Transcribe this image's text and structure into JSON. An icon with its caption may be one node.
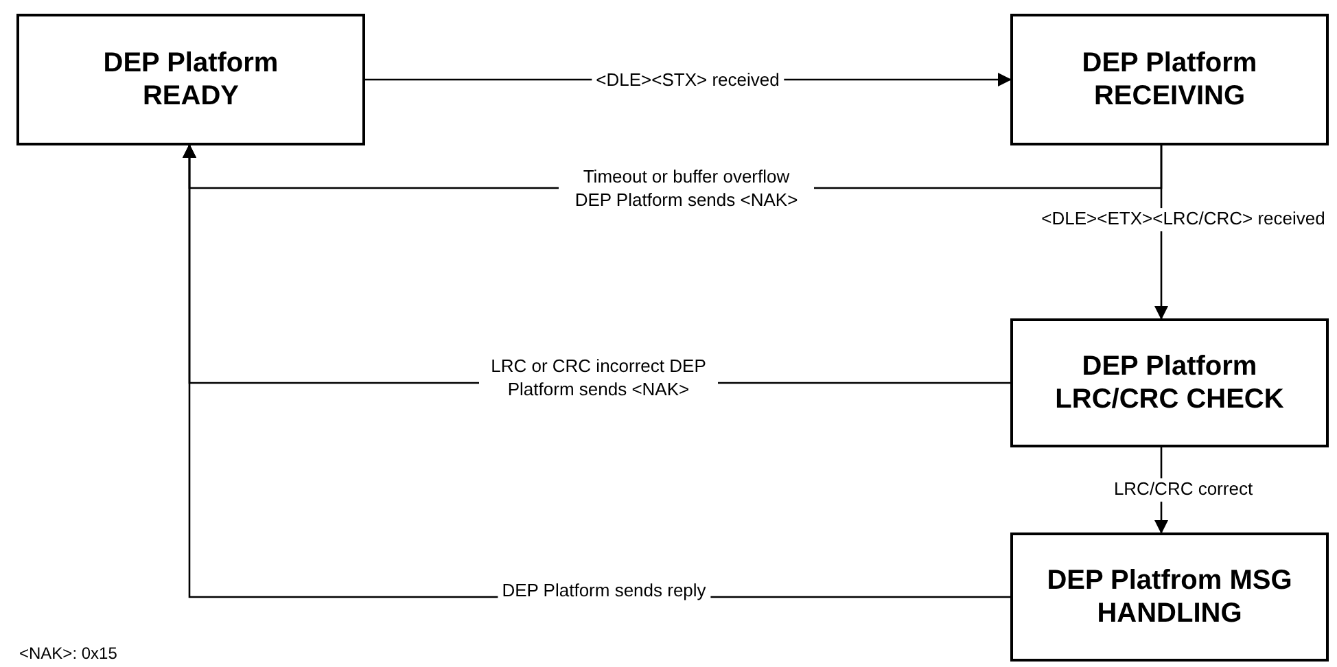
{
  "diagram": {
    "nodes": [
      {
        "text": [
          "DEP Platform READY"
        ]
      },
      {
        "text": [
          "DEP Platform RECEIVING"
        ]
      },
      {
        "text": [
          "DEP Platform LRC/CRC CHECK"
        ]
      },
      {
        "text": [
          "DEP Platfrom MSG HANDLING"
        ]
      }
    ],
    "edges": [
      {
        "from": 0,
        "to": 1,
        "arrow": "to",
        "label": "<DLE><STX> received"
      },
      {
        "from": 1,
        "to": 0,
        "arrow": "to",
        "label": "Timeout or buffer overflow DEP Platform sends <NAK>"
      },
      {
        "from": 1,
        "to": 2,
        "arrow": "to",
        "label": "<DLE><ETX><LRC/CRC> received"
      },
      {
        "from": 2,
        "to": 0,
        "arrow": "to",
        "label": "LRC or CRC incorrect DEP Platform sends <NAK>"
      },
      {
        "from": 2,
        "to": 3,
        "arrow": "to",
        "label": "LRC/CRC correct"
      },
      {
        "from": 3,
        "to": 0,
        "arrow": "to",
        "label": "DEP Platform sends reply"
      }
    ],
    "labels": [
      "<NAK>: 0x15"
    ]
  }
}
